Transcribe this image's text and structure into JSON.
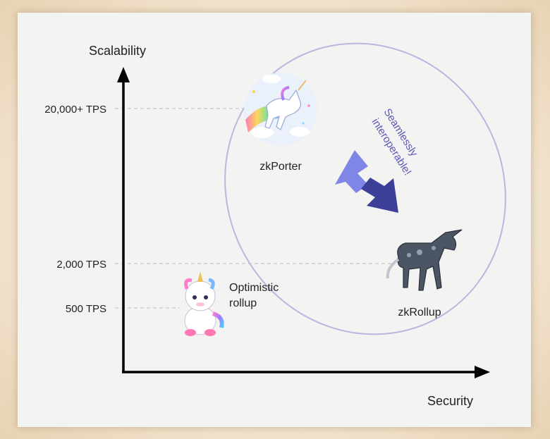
{
  "axes": {
    "y_title": "Scalability",
    "x_title": "Security"
  },
  "ticks": {
    "t20000": "20,000+ TPS",
    "t2000": "2,000 TPS",
    "t500": "500 TPS"
  },
  "nodes": {
    "zkporter": "zkPorter",
    "zkrollup": "zkRollup",
    "optimistic_line1": "Optimistic",
    "optimistic_line2": "rollup"
  },
  "annotation": {
    "line1": "Seamlessly",
    "line2": "interoperable!"
  },
  "icons": {
    "zkporter": "rainbow-unicorn-icon",
    "zkrollup": "robot-unicorn-icon",
    "optimistic": "baby-unicorn-icon",
    "interop": "bidirectional-arrows-icon"
  },
  "colors": {
    "ellipse": "#b9b6e0",
    "arrow_light": "#7f86e6",
    "arrow_dark": "#3b3f97",
    "annotation_text": "#5b57b8"
  }
}
